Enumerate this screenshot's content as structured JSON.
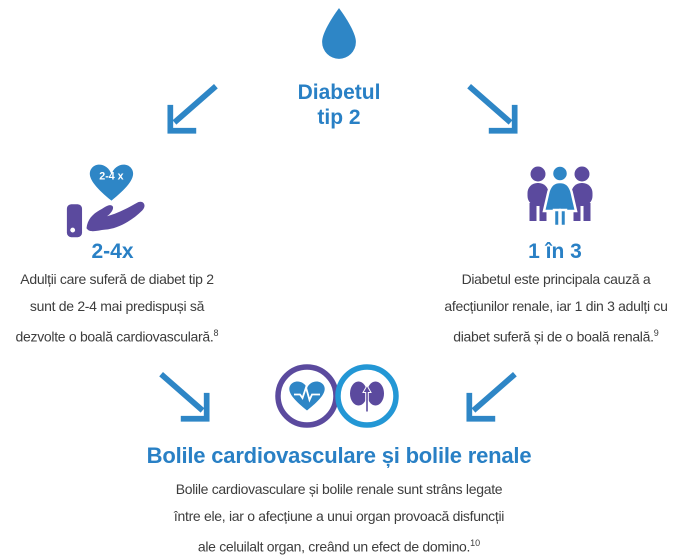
{
  "colors": {
    "blue": "#2e86c6",
    "heading_blue": "#2980c5",
    "light_blue": "#2397d5",
    "purple": "#5b4a9e",
    "body_text": "#3d3d3d"
  },
  "icons": {
    "top": "water-drop-icon",
    "left": "heart-in-hand-icon",
    "right": "three-people-icon",
    "center_left": "heart-pulse-circle-icon",
    "center_right": "kidneys-circle-icon"
  },
  "title": {
    "line1": "Diabetul",
    "line2": "tip 2"
  },
  "left": {
    "badge": "2-4 x",
    "heading": "2-4x",
    "lines": [
      "Adulții care suferă de diabet tip 2",
      "sunt de 2-4 mai predispuși să",
      "dezvolte o boală cardiovasculară."
    ],
    "ref": "8"
  },
  "right": {
    "heading": "1 în 3",
    "lines": [
      "Diabetul este principala cauză a",
      "afecțiunilor renale, iar 1 din 3 adulți cu",
      "diabet suferă și de o boală renală."
    ],
    "ref": "9"
  },
  "bottom": {
    "heading": "Bolile cardiovasculare și bolile renale",
    "lines": [
      "Bolile cardiovasculare și bolile renale sunt strâns legate",
      "între ele, iar o afecțiune a unui organ provoacă disfuncții",
      "ale celuilalt organ, creând un efect de domino."
    ],
    "ref": "10"
  }
}
